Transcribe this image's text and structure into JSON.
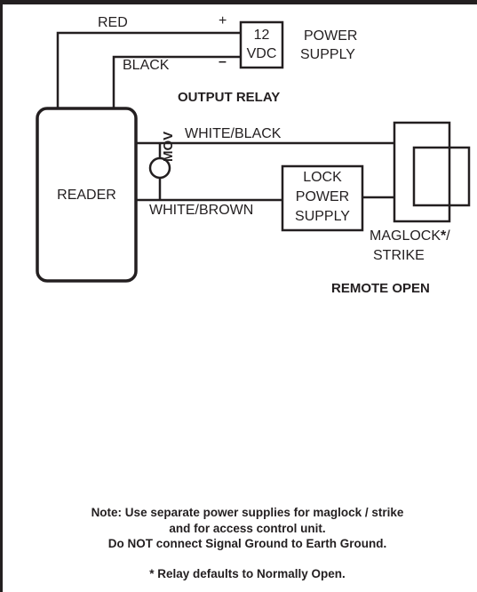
{
  "wires": {
    "red": "RED",
    "black": "BLACK",
    "plus": "+",
    "minus": "–",
    "white_black": "WHITE/BLACK",
    "white_brown": "WHITE/BROWN"
  },
  "supply_box": {
    "line1": "12",
    "line2": "VDC"
  },
  "power_supply": {
    "line1": "POWER",
    "line2": "SUPPLY"
  },
  "output_relay": "OUTPUT RELAY",
  "mov": "MOV",
  "reader": "READER",
  "lock_supply": {
    "line1": "LOCK",
    "line2": "POWER",
    "line3": "SUPPLY"
  },
  "maglock": {
    "line1": "MAGLOCK",
    "star": "*",
    "slash": "/",
    "line2": "STRIKE"
  },
  "remote_open": "REMOTE OPEN",
  "note": {
    "line1": "Note:  Use separate power supplies for maglock / strike",
    "line2": "and for access control unit.",
    "line3": "Do NOT connect Signal Ground to Earth Ground."
  },
  "relay_default": "* Relay defaults to Normally Open.",
  "colors": {
    "line": "#231f20",
    "background": "#ffffff"
  }
}
